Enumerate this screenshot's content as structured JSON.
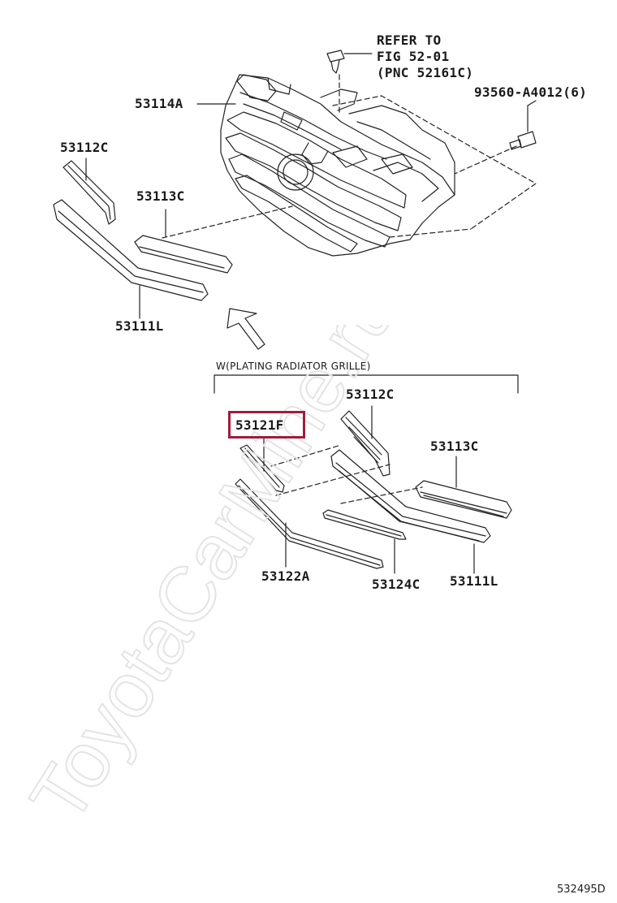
{
  "watermark": "ToyotaCarMine.ru",
  "highlight_color": "#a01c3c",
  "refer_note": {
    "line1": "REFER TO",
    "line2": "FIG 52-01",
    "line3": "(PNC 52161C)"
  },
  "upper_parts": {
    "grille_body": "53114A",
    "bolt": "93560-A4012(6)",
    "upper_molding": "53112C",
    "side_molding": "53113C",
    "lower_molding": "53111L"
  },
  "variant": {
    "title": "W(PLATING RADIATOR GRILLE)",
    "highlighted_part": "53121F",
    "upper_molding": "53112C",
    "side_molding": "53113C",
    "lower_molding": "53111L",
    "strip_a": "53122A",
    "strip_c": "53124C"
  },
  "diagram_id": "532495D"
}
